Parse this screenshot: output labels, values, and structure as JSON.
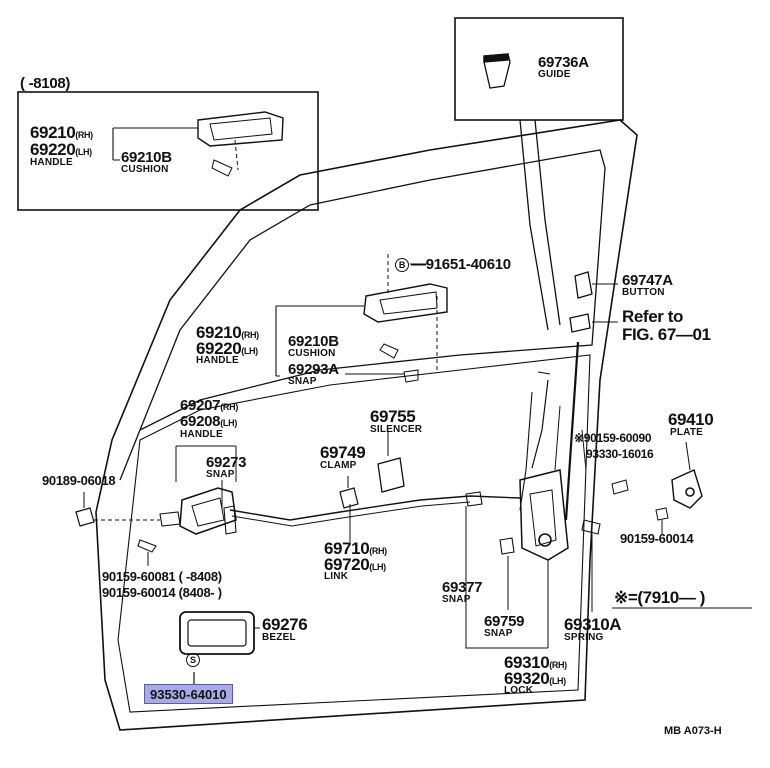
{
  "inset_left": {
    "range_label": "(      -8108)",
    "handle_rh": "69210",
    "handle_rh_side": "(RH)",
    "handle_lh": "69220",
    "handle_lh_side": "(LH)",
    "handle_name": "HANDLE",
    "cushion_no": "69210B",
    "cushion_name": "CUSHION"
  },
  "inset_guide": {
    "part_no": "69736A",
    "name": "GUIDE"
  },
  "parts": {
    "bolt_91651": "91651-40610",
    "button_no": "69747A",
    "button_name": "BUTTON",
    "refer_line1": "Refer to",
    "refer_line2": "FIG. 67—01",
    "handle_rh": "69210",
    "handle_rh_side": "(RH)",
    "handle_lh": "69220",
    "handle_lh_side": "(LH)",
    "handle_name": "HANDLE",
    "cushion_no": "69210B",
    "cushion_name": "CUSHION",
    "snap_69293": "69293A",
    "snap_name": "SNAP",
    "inner_handle_rh": "69207",
    "inner_handle_rh_side": "(RH)",
    "inner_handle_lh": "69208",
    "inner_handle_lh_side": "(LH)",
    "inner_handle_name": "HANDLE",
    "silencer_no": "69755",
    "silencer_name": "SILENCER",
    "screw_90159_60090": "※90159-60090",
    "screw_93330": "93330-16016",
    "plate_no": "69410",
    "plate_name": "PLATE",
    "clamp_no": "69749",
    "clamp_name": "CLAMP",
    "snap_69273": "69273",
    "snap_69273_name": "SNAP",
    "clip_90189": "90189-06018",
    "screw_90159_60014_r": "90159-60014",
    "screw_90159_60081": "90159-60081",
    "range_8408_end": "(      -8408)",
    "screw_90159_60014": "90159-60014",
    "range_8408_start": "(8408-       )",
    "link_rh": "69710",
    "link_rh_side": "(RH)",
    "link_lh": "69720",
    "link_lh_side": "(LH)",
    "link_name": "LINK",
    "snap_69377": "69377",
    "snap_69377_name": "SNAP",
    "snap_69759": "69759",
    "snap_69759_name": "SNAP",
    "spring_no": "69310A",
    "spring_name": "SPRING",
    "range_7910": "※=(7910—        )",
    "bezel_no": "69276",
    "bezel_name": "BEZEL",
    "lock_rh": "69310",
    "lock_rh_side": "(RH)",
    "lock_lh": "69320",
    "lock_lh_side": "(LH)",
    "lock_name": "LOCK",
    "highlighted_part": "93530-64010",
    "symbol_b": "B",
    "symbol_s": "S"
  },
  "figure_code": "MB A073-H"
}
